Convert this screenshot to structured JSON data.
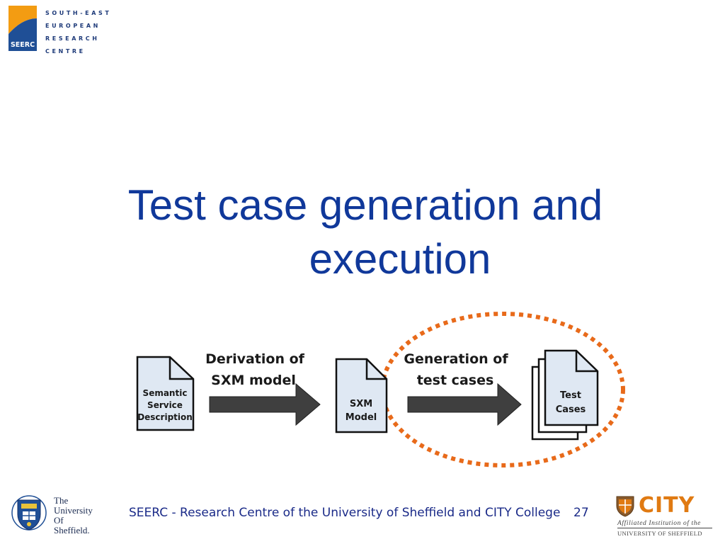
{
  "header": {
    "logo_text": "SEERC",
    "org_lines": [
      "SOUTH-EAST",
      "EUROPEAN",
      "RESEARCH",
      "CENTRE"
    ]
  },
  "title": {
    "line1": "Test case generation and",
    "line2": "execution"
  },
  "diagram": {
    "doc1_lines": [
      "Semantic",
      "Service",
      "Description"
    ],
    "arrow1_lines": [
      "Derivation of",
      "SXM model"
    ],
    "doc2_lines": [
      "SXM",
      "Model"
    ],
    "arrow2_lines": [
      "Generation of",
      "test cases"
    ],
    "doc3_lines": [
      "Test",
      "Cases"
    ],
    "highlight_color": "#e86a1a"
  },
  "footer": {
    "university_lines": [
      "The",
      "University",
      "Of",
      "Sheffield."
    ],
    "caption": "SEERC - Research Centre of the University of Sheffield and CITY College",
    "page_number": "27",
    "city_name": "CITY",
    "city_affiliation": "Affiliated Institution of the",
    "city_university": "UNIVERSITY OF SHEFFIELD"
  }
}
